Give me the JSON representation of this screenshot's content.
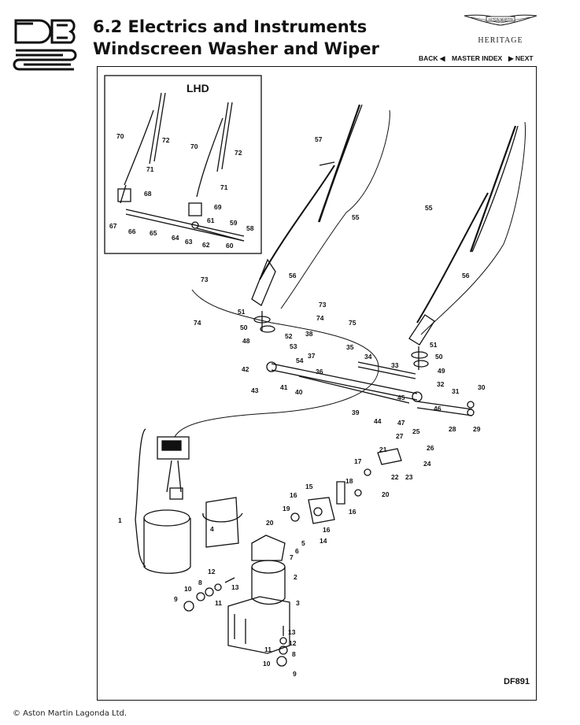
{
  "header": {
    "title_line1": "6.2 Electrics and Instruments",
    "title_line2": "Windscreen Washer and Wiper",
    "brand_wordmark": "ASTON MARTIN",
    "brand_sub": "HERITAGE"
  },
  "nav": {
    "back": "BACK ◀",
    "master_index": "MASTER INDEX",
    "next": "▶ NEXT"
  },
  "diagram": {
    "inset_title": "LHD",
    "reference": "DF891",
    "callouts": [
      "70",
      "72",
      "71",
      "68",
      "67",
      "66",
      "65",
      "64",
      "63",
      "62",
      "60",
      "61",
      "59",
      "58",
      "69",
      "57",
      "55",
      "56",
      "73",
      "74",
      "51",
      "50",
      "48",
      "52",
      "53",
      "54",
      "38",
      "75",
      "37",
      "36",
      "35",
      "34",
      "33",
      "42",
      "41",
      "40",
      "43",
      "39",
      "44",
      "45",
      "46",
      "47",
      "32",
      "31",
      "30",
      "29",
      "28",
      "25",
      "26",
      "27",
      "21",
      "24",
      "22",
      "23",
      "17",
      "18",
      "16",
      "15",
      "19",
      "20",
      "14",
      "7",
      "6",
      "5",
      "4",
      "1",
      "2",
      "3",
      "12",
      "13",
      "8",
      "10",
      "9",
      "11"
    ]
  },
  "footer": {
    "copyright": "© Aston Martin Lagonda Ltd."
  }
}
